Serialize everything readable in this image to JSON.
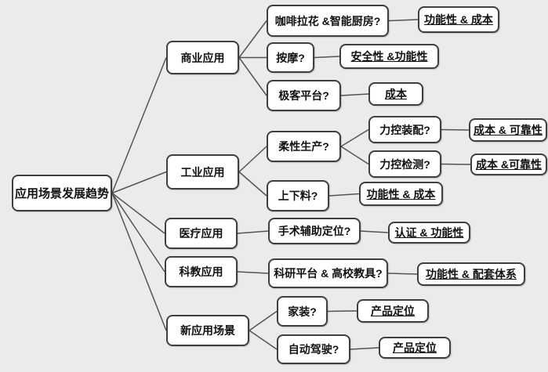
{
  "colors": {
    "canvas-bg": "#ebebeb",
    "node-bg": "#ffffff",
    "node-border": "#3f3f3f",
    "connector": "#555555",
    "text": "#111111"
  },
  "mindmap": {
    "title": "应用场景发展趋势",
    "nodes": [
      {
        "label": "应用场景发展趋势"
      },
      {
        "label": "商业应用"
      },
      {
        "label": "咖啡拉花 &智能厨房?"
      },
      {
        "label": "功能性 & 成本"
      },
      {
        "label": "按摩?"
      },
      {
        "label": "安全性 &功能性"
      },
      {
        "label": "极客平台?"
      },
      {
        "label": "成本"
      },
      {
        "label": "工业应用"
      },
      {
        "label": "柔性生产?"
      },
      {
        "label": "力控装配?"
      },
      {
        "label": "成本 & 可靠性"
      },
      {
        "label": "力控检测?"
      },
      {
        "label": "成本 &可靠性"
      },
      {
        "label": "上下料?"
      },
      {
        "label": "功能性 & 成本"
      },
      {
        "label": "医疗应用"
      },
      {
        "label": "手术辅助定位?"
      },
      {
        "label": "认证 & 功能性"
      },
      {
        "label": "科教应用"
      },
      {
        "label": "科研平台 & 高校教具?"
      },
      {
        "label": "功能性 & 配套体系"
      },
      {
        "label": "新应用场景"
      },
      {
        "label": "家装?"
      },
      {
        "label": "产品定位"
      },
      {
        "label": "自动驾驶?"
      },
      {
        "label": "产品定位"
      }
    ]
  }
}
